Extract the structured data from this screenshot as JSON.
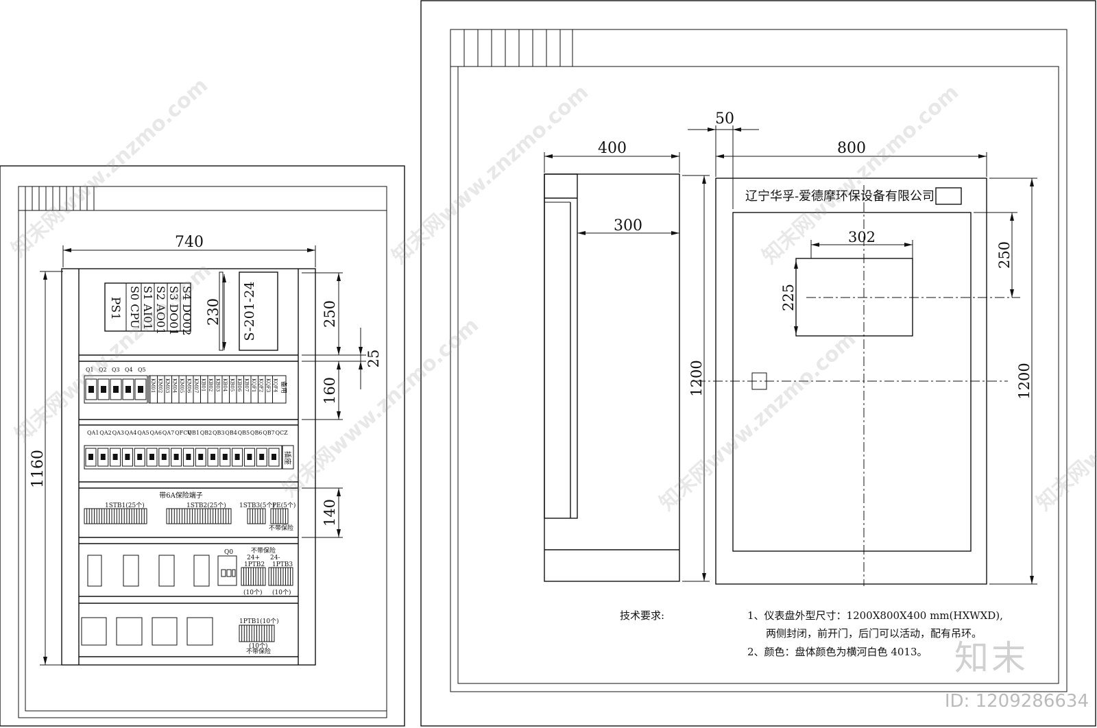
{
  "left_panel": {
    "dims": {
      "width": "740",
      "height": "1160",
      "d230": "230",
      "d250": "250",
      "d25": "25",
      "d160": "160",
      "d140": "140"
    },
    "plc": {
      "ps": "PS1",
      "col1": [
        "S0",
        "CPU"
      ],
      "col2": [
        "S1",
        "AI01"
      ],
      "col3": [
        "S2",
        "AO01"
      ],
      "col4": [
        "S3",
        "DO01"
      ],
      "col5": [
        "S4",
        "DO02"
      ],
      "switch": "S-201-24"
    },
    "row1_breakers": [
      "Q1",
      "Q2",
      "Q3",
      "Q4",
      "Q5"
    ],
    "row1_relays": [
      "KM01",
      "KM02",
      "KM03",
      "KM04",
      "KM05",
      "KM06",
      "KM07",
      "KB01",
      "KB02",
      "KB03",
      "KB04",
      "KB05",
      "KB06",
      "KB07",
      "KQF1",
      "KQF2",
      "KQF3",
      "KQF4"
    ],
    "row1_end": "备用",
    "row2_breakers": [
      "QA1",
      "QA2",
      "QA3",
      "QA4",
      "QA5",
      "QA6",
      "QA7",
      "QFCV",
      "QB1",
      "QB2",
      "QB3",
      "QB4",
      "QB5",
      "QB6",
      "QB7",
      "QCZ"
    ],
    "row2_socket": "插座",
    "row3": {
      "title": "带6A保险端子",
      "stb1": "1STB1(25个)",
      "stb2": "1STB2(25个)",
      "stb3": "1STB3(5个)",
      "pe": "PE(5个)",
      "note": "不带保险"
    },
    "row4": {
      "q0": "Q0",
      "title": "不带保险",
      "p24": "24+",
      "m24": "24-",
      "ptb2": "1PTB2",
      "ptb3": "1PTB3",
      "cnt2": "(10个)",
      "cnt3": "(10个)"
    },
    "row5": {
      "ptb1": "1PTB1(10个)",
      "cnt": "(10个)",
      "note": "不带保险"
    }
  },
  "right_panel": {
    "dims": {
      "d400": "400",
      "d300": "300",
      "d50": "50",
      "d800": "800",
      "d302": "302",
      "d250": "250",
      "d225": "225",
      "h_left": "1200",
      "h_right": "1200"
    },
    "company": "辽宁华孚-爱德摩环保设备有限公司",
    "tech_title": "技术要求:",
    "req1": "1、仪表盘外型尺寸：1200X800X400 mm(HXWXD),",
    "req1b": "两侧封闭，前开门，后门可以活动，配有吊环。",
    "req2": "2、颜色：盘体颜色为横河白色 4013。"
  },
  "watermark": {
    "text": "知末网www.znzmo.com",
    "brand": "知末",
    "id": "ID: 1209286634"
  }
}
